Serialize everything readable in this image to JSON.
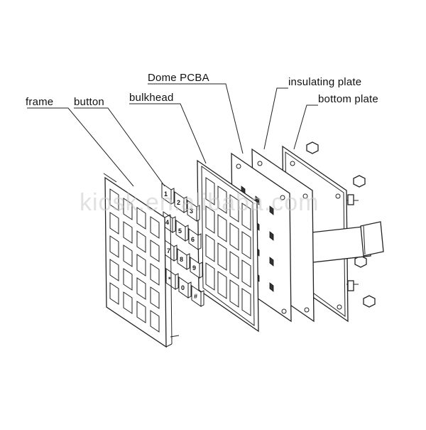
{
  "labels": {
    "frame": "frame",
    "button": "button",
    "bulkhead": "bulkhead",
    "dome_pcba": "Dome PCBA",
    "insulating_plate": "insulating plate",
    "bottom_plate": "bottom plate"
  },
  "watermark": "kiosk.en.alibaba.com",
  "keys": [
    "1",
    "2",
    "3",
    "4",
    "5",
    "6",
    "7",
    "8",
    "9",
    "*",
    "0",
    "#"
  ]
}
